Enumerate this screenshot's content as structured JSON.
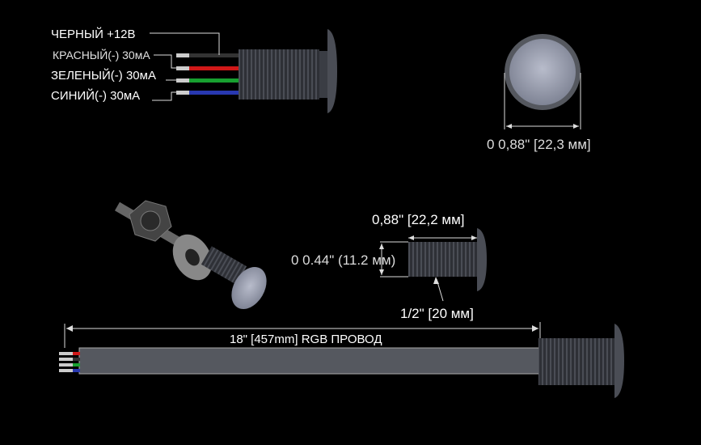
{
  "wires": {
    "black": "ЧЕРНЫЙ +12В",
    "red": "КРАСНЫЙ(-) 30мА",
    "green": "ЗЕЛЕНЫЙ(-) 30мА",
    "blue": "СИНИЙ(-) 30мА"
  },
  "dimensions": {
    "head_diameter": "0 0,88\" [22,3 мм]",
    "body_length": "0,88\" [22,2 мм]",
    "thread_diameter": "0 0.44\" (11.2 мм)",
    "thread_size": "1/2\" [20 мм]",
    "cable_length": "18\" [457mm] RGB ПРОВОД"
  },
  "colors": {
    "background": "#000000",
    "red": "#d01818",
    "green": "#18a030",
    "blue": "#2838b0",
    "body": "#3a3d44"
  }
}
